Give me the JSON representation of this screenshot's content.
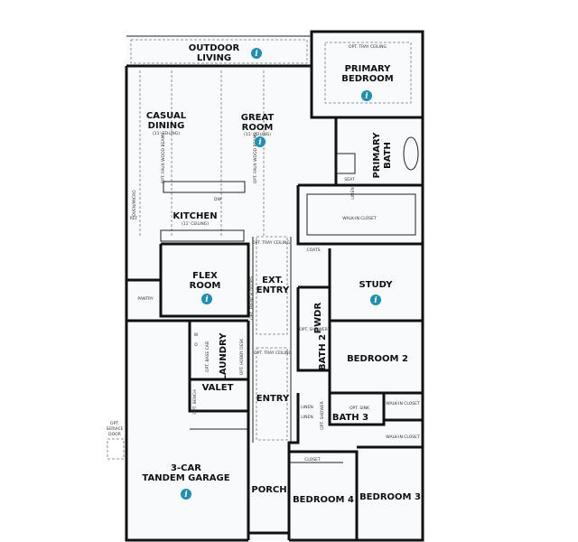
{
  "rooms": {
    "outdoor_living": [
      "OUTDOOR",
      "LIVING"
    ],
    "primary_bedroom": [
      "PRIMARY",
      "BEDROOM"
    ],
    "casual_dining": [
      "CASUAL",
      "DINING"
    ],
    "great_room": [
      "GREAT",
      "ROOM"
    ],
    "primary_bath": [
      "PRIMARY",
      "BATH"
    ],
    "kitchen": "KITCHEN",
    "flex_room": [
      "FLEX",
      "ROOM"
    ],
    "ext_entry": [
      "EXT.",
      "ENTRY"
    ],
    "study": "STUDY",
    "pwdr": "PWDR",
    "laundry": "LAUNDRY",
    "bath_2": "BATH 2",
    "bedroom_2": "BEDROOM 2",
    "valet": "VALET",
    "entry": "ENTRY",
    "bath_3": "BATH 3",
    "garage": [
      "3-CAR",
      "TANDEM GARAGE"
    ],
    "porch": "PORCH",
    "bedroom_4": "BEDROOM 4",
    "bedroom_3": "BEDROOM 3"
  },
  "notes": {
    "opt_tray_ceiling": "OPT. TRAY CEILING",
    "ceiling_11": "(11' CEILING)",
    "opt_faux_beams": "OPT. FAUX WOOD BEAMS",
    "walk_in_closet": "WALK-IN CLOSET",
    "seat": "SEAT",
    "linen": "LINEN",
    "coats": "COATS",
    "pantry": "PANTRY",
    "ref": "REF",
    "oven_micro": "OVEN/MICRO",
    "dw": "DW",
    "opt_french_doors": "OPT. FRENCH DOORS",
    "opt_shower": "OPT. SHOWER",
    "opt_sink": "OPT. SINK",
    "opt_base_cab": "OPT. BASE CAB",
    "opt_hobby_desk": "OPT. HOBBY DESK",
    "opt_bench": "OPT. BENCH",
    "opt_service_door": [
      "OPT.",
      "SERVICE",
      "DOOR"
    ],
    "closet": "CLOSET",
    "w": "W",
    "d": "D"
  },
  "info_icon": {
    "glyph": "i",
    "color": "#1d8fb5",
    "name": "info-icon"
  }
}
